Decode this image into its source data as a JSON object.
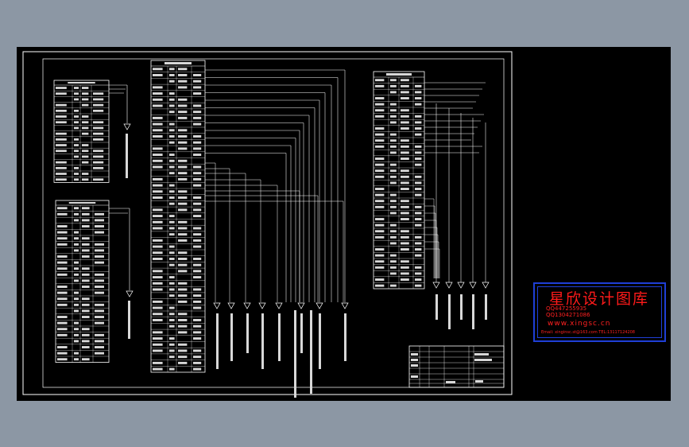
{
  "colors": {
    "app_background": "#8c97a4",
    "canvas": "#000000",
    "line": "#ffffff",
    "watermark_text": "#ff1a1a",
    "watermark_border": "#1f3fd6"
  },
  "watermark": {
    "title": "星欣设计图库",
    "qq1": "QQ447255935",
    "qq2": "QQ1304271086",
    "website": "www.xingsc.cn",
    "email": "Email: xinginsc.st@163.com   TEL:13117124208"
  },
  "table_left_top": {
    "rows": 17,
    "row_values": [
      [
        "",
        "",
        "",
        ""
      ],
      [
        "",
        "",
        "",
        ""
      ],
      [
        "",
        "",
        "",
        ""
      ],
      [
        "",
        "",
        "",
        ""
      ],
      [
        "",
        "",
        "",
        ""
      ],
      [
        "",
        "",
        "",
        ""
      ],
      [
        "",
        "",
        "",
        ""
      ],
      [
        "",
        "",
        "",
        ""
      ],
      [
        "",
        "",
        "",
        ""
      ],
      [
        "",
        "",
        "",
        ""
      ],
      [
        "",
        "",
        "",
        ""
      ],
      [
        "",
        "",
        "",
        ""
      ],
      [
        "",
        "",
        "",
        ""
      ],
      [
        "",
        "",
        "",
        ""
      ],
      [
        "",
        "",
        "",
        ""
      ],
      [
        "",
        "",
        "",
        ""
      ],
      [
        "",
        "",
        "",
        ""
      ]
    ]
  },
  "table_left_bottom": {
    "rows": 26
  },
  "table_center": {
    "rows": 50,
    "wire_count": 12
  },
  "table_right": {
    "rows": 35,
    "wire_count": 5
  },
  "title_block": {
    "rows": 7,
    "cells": [
      "",
      "",
      "",
      ""
    ]
  }
}
